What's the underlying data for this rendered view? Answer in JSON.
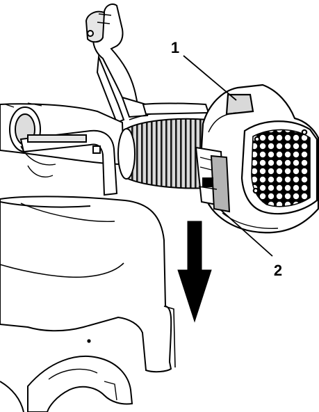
{
  "figure": {
    "background": "#ffffff",
    "line_color": "#000000",
    "shade_light": "#e6e6e6",
    "shade_mid": "#b3b3b3",
    "shade_dark": "#6e6e6e"
  },
  "callouts": [
    {
      "label": "1"
    },
    {
      "label": "2"
    }
  ],
  "arrow": {
    "direction": "down"
  }
}
